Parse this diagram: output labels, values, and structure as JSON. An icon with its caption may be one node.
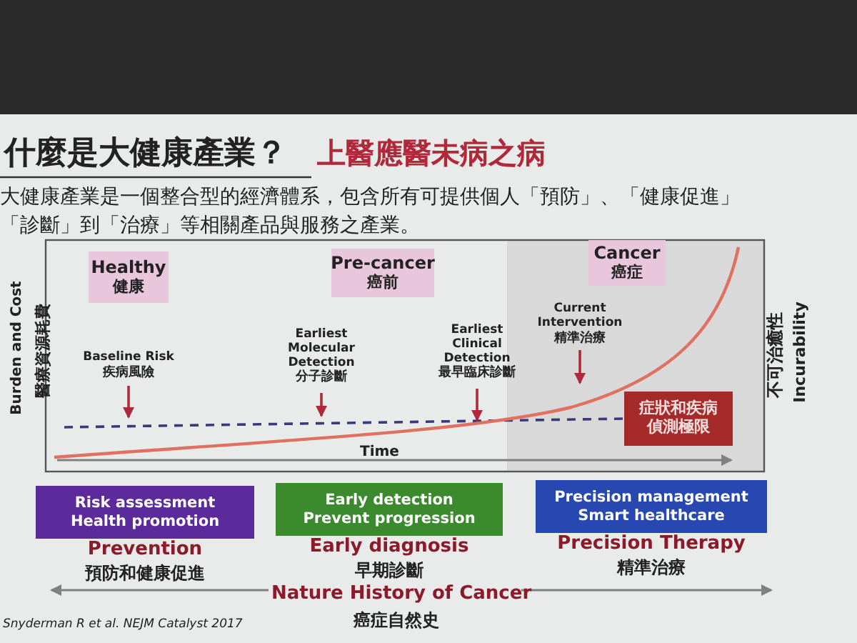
{
  "diagram": {
    "title": "什麼是大健康產業？",
    "nodes": [
      {
        "text": [
          "Healthy",
          "健康"
        ]
      },
      {
        "text": [
          "Pre-cancer",
          "癌前"
        ]
      },
      {
        "text": [
          "Cancer",
          "癌症"
        ]
      },
      {
        "text": [
          "Baseline Risk",
          "疾病風險"
        ]
      },
      {
        "text": [
          "Earliest Molecular Detection",
          "分子診斷"
        ]
      },
      {
        "text": [
          "Earliest Clinical Detection",
          "最早臨床診斷"
        ]
      },
      {
        "text": [
          "Current Intervention",
          "精準治療"
        ]
      },
      {
        "text": [
          "症狀和疾病偵測極限"
        ]
      },
      {
        "text": [
          "Risk assessment",
          "Health promotion"
        ],
        "beside": [
          "Prevention",
          "預防和健康促進"
        ]
      },
      {
        "text": [
          "Early detection",
          "Prevent progression"
        ],
        "beside": [
          "Early diagnosis",
          "早期診斷"
        ]
      },
      {
        "text": [
          "Precision management",
          "Smart healthcare"
        ],
        "beside": [
          "Precision Therapy",
          "精準治療"
        ]
      }
    ],
    "edges": [
      {
        "from": 3,
        "to": null,
        "arrow": "to",
        "color": "#b0283a"
      },
      {
        "from": 4,
        "to": null,
        "arrow": "to",
        "color": "#b0283a"
      },
      {
        "from": 5,
        "to": null,
        "arrow": "to",
        "color": "#b0283a"
      },
      {
        "from": 6,
        "to": null,
        "arrow": "to",
        "color": "#b0283a"
      }
    ],
    "labels": [
      "上醫應醫未病之病",
      "大健康產業是一個整合型的經濟體系，包含所有可提供個人「預防」、「健康促進」「診斷」到「治療」等相關產品與服務之產業。",
      "Burden and Cost",
      "醫療資源耗費",
      "Time",
      "不可治癒性",
      "Incurability",
      "Nature History of Cancer",
      "癌症自然史",
      "Snyderman R et al. NEJM Catalyst 2017"
    ]
  }
}
